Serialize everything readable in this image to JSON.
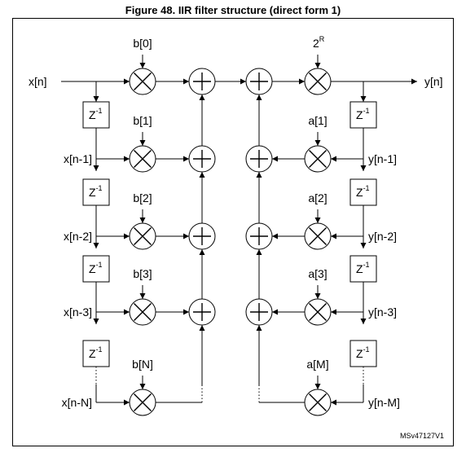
{
  "figure": {
    "title": "Figure 48. IIR filter structure (direct form 1)",
    "ref": "MSv47127V1"
  },
  "delay": {
    "base": "Z",
    "exp": "-1"
  },
  "gain": {
    "base": "2",
    "exp": "R"
  },
  "input_signals": [
    "x[n]",
    "x[n-1]",
    "x[n-2]",
    "x[n-3]",
    "x[n-N]"
  ],
  "output_signals": [
    "y[n]",
    "y[n-1]",
    "y[n-2]",
    "y[n-3]",
    "y[n-M]"
  ],
  "b_coefficients": [
    "b[0]",
    "b[1]",
    "b[2]",
    "b[3]",
    "b[N]"
  ],
  "a_coefficients": [
    "a[1]",
    "a[2]",
    "a[3]",
    "a[M]"
  ]
}
